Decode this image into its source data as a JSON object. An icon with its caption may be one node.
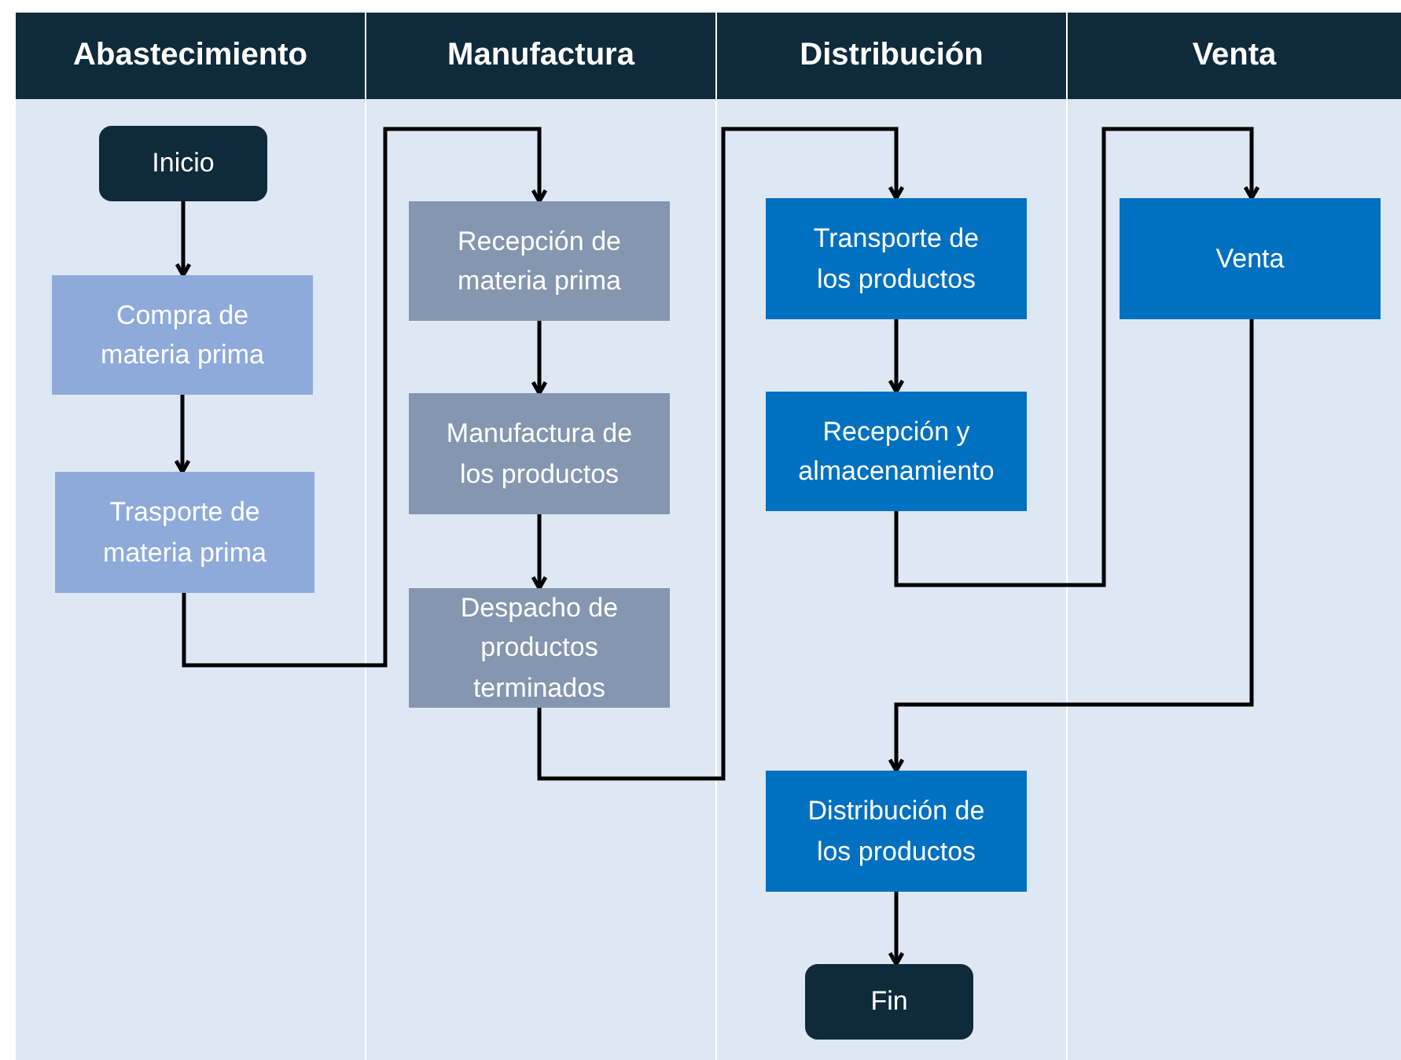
{
  "diagram": {
    "nodes": [
      {
        "text": [
          "Abastecimiento"
        ]
      },
      {
        "text": [
          "Manufactura"
        ]
      },
      {
        "text": [
          "Distribución"
        ]
      },
      {
        "text": [
          "Venta"
        ]
      },
      {
        "text": [
          "Inicio"
        ],
        "in": 0
      },
      {
        "text": [
          "Compra de materia prima"
        ],
        "in": 0
      },
      {
        "text": [
          "Trasporte de materia prima"
        ],
        "in": 0
      },
      {
        "text": [
          "Recepción de materia prima"
        ],
        "in": 1
      },
      {
        "text": [
          "Manufactura de los productos"
        ],
        "in": 1
      },
      {
        "text": [
          "Despacho de productos terminados"
        ],
        "in": 1
      },
      {
        "text": [
          "Transporte de los productos"
        ],
        "in": 2
      },
      {
        "text": [
          "Recepción y almacenamiento"
        ],
        "in": 2
      },
      {
        "text": [
          "Distribución de los productos"
        ],
        "in": 2
      },
      {
        "text": [
          "Fin"
        ],
        "in": 2
      },
      {
        "text": [
          "Venta"
        ],
        "in": 3
      }
    ],
    "edges": [
      {
        "from": 4,
        "to": 5,
        "arrow": "to"
      },
      {
        "from": 5,
        "to": 6,
        "arrow": "to"
      },
      {
        "from": 6,
        "to": 7,
        "arrow": "to"
      },
      {
        "from": 7,
        "to": 8,
        "arrow": "to"
      },
      {
        "from": 8,
        "to": 9,
        "arrow": "to"
      },
      {
        "from": 9,
        "to": 10,
        "arrow": "to"
      },
      {
        "from": 10,
        "to": 11,
        "arrow": "to"
      },
      {
        "from": 11,
        "to": 14,
        "arrow": "to"
      },
      {
        "from": 14,
        "to": 12,
        "arrow": "to"
      },
      {
        "from": 12,
        "to": 13,
        "arrow": "to"
      }
    ]
  }
}
